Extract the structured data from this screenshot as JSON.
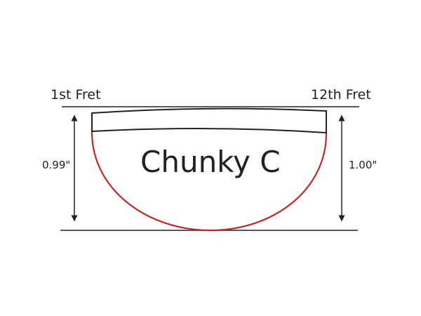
{
  "labels": {
    "first_fret": "1st Fret",
    "twelfth_fret": "12th Fret",
    "left_thickness": "0.99\"",
    "right_thickness": "1.00\"",
    "profile_name": "Chunky C"
  },
  "colors": {
    "outline": "#222222",
    "profile_curve": "#c0282d",
    "dimension_arrows": "#222222"
  }
}
